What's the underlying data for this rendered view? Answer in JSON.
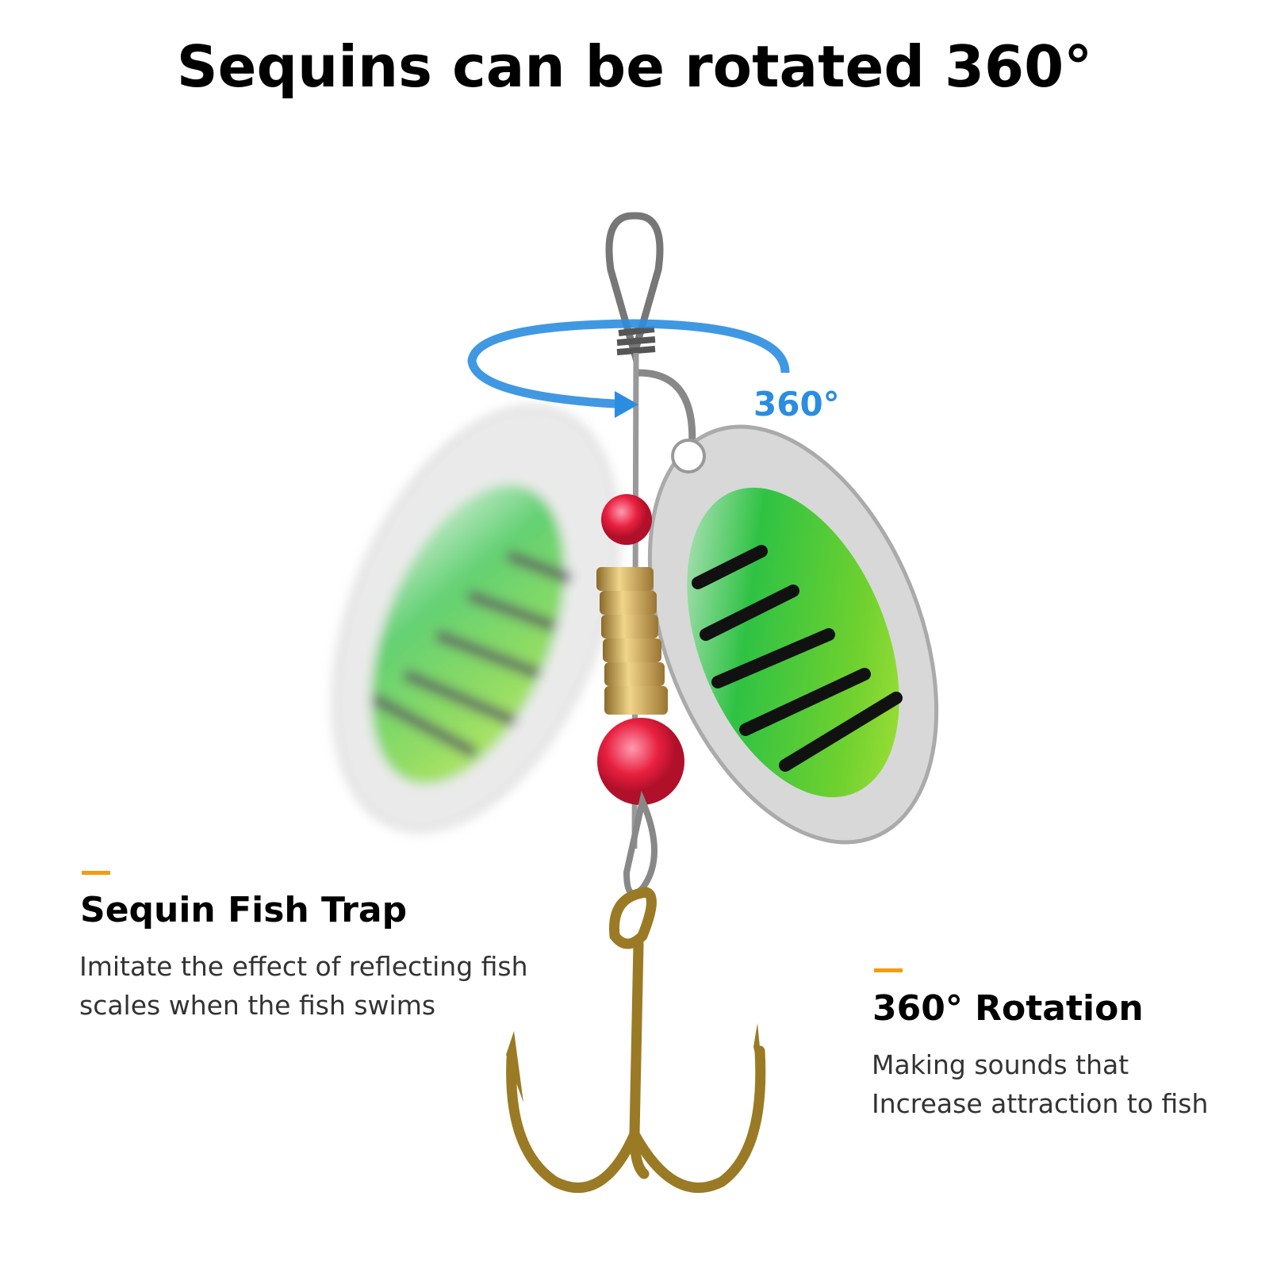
{
  "title": "Sequins can be rotated 360°",
  "rotation_label": "360°",
  "colors": {
    "accent": "#f39c12",
    "blue": "#2b8de0",
    "text": "#000000",
    "body_text": "#333333"
  },
  "features": [
    {
      "heading": "Sequin Fish Trap",
      "lines": [
        "Imitate the effect of reflecting fish",
        "scales when the fish swims"
      ]
    },
    {
      "heading": "360° Rotation",
      "lines": [
        "Making sounds that",
        "Increase attraction to fish"
      ]
    }
  ]
}
